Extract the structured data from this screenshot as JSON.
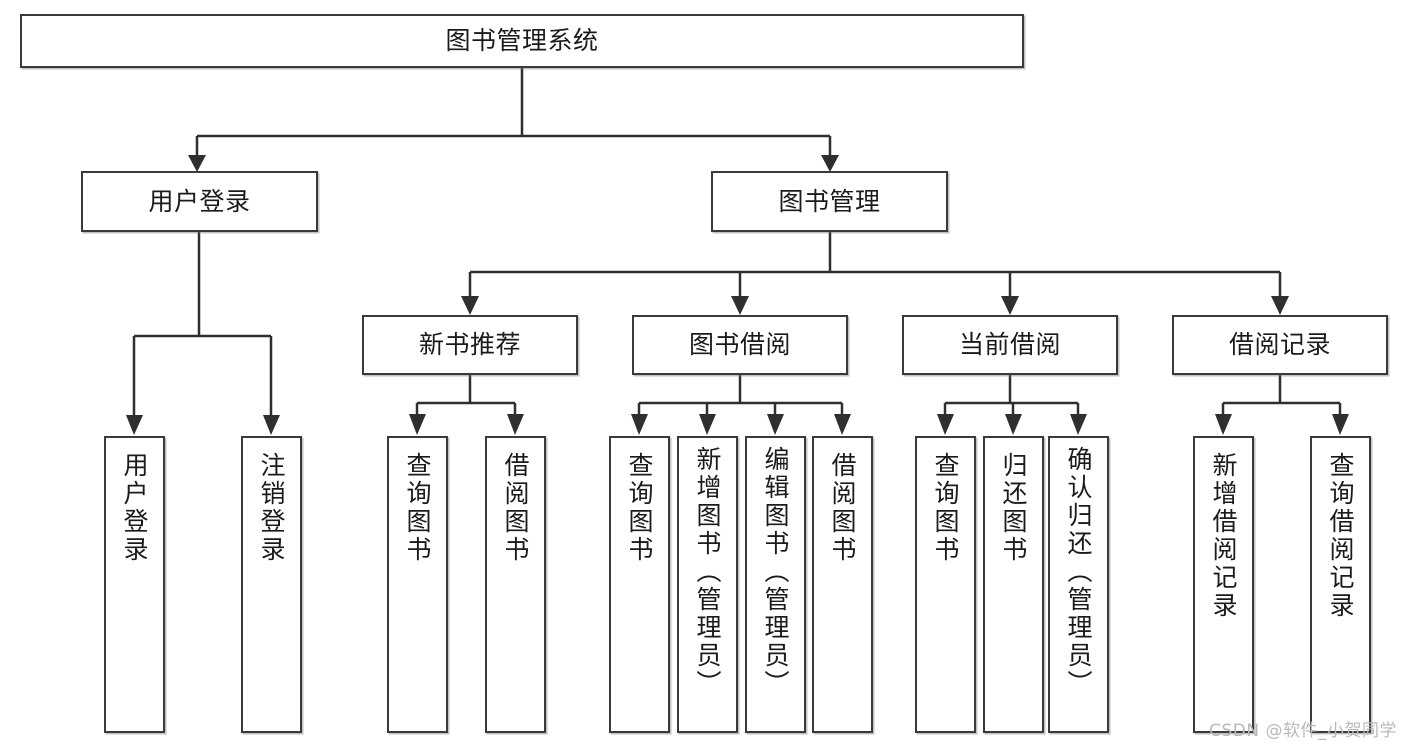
{
  "diagram": {
    "title": "图书管理系统",
    "type": "tree",
    "watermark": "CSDN @软件_小贺同学",
    "colors": {
      "box_border": "#3a3a3a",
      "connector": "#2f2f2f",
      "background": "#ffffff",
      "text": "#1b1b1b",
      "watermark": "#b9b9b9"
    },
    "nodes": {
      "root": {
        "label": "图书管理系统"
      },
      "level2": [
        {
          "label": "用户登录"
        },
        {
          "label": "图书管理"
        }
      ],
      "level3": [
        {
          "label": "新书推荐"
        },
        {
          "label": "图书借阅"
        },
        {
          "label": "当前借阅"
        },
        {
          "label": "借阅记录"
        }
      ],
      "leaves": {
        "user_login": [
          {
            "label": "用户登录"
          },
          {
            "label": "注销登录"
          }
        ],
        "new_book": [
          {
            "label": "查询图书"
          },
          {
            "label": "借阅图书"
          }
        ],
        "book_borrow": [
          {
            "label": "查询图书"
          },
          {
            "label": "新增图书（管理员）"
          },
          {
            "label": "编辑图书（管理员）"
          },
          {
            "label": "借阅图书"
          }
        ],
        "current_borrow": [
          {
            "label": "查询图书"
          },
          {
            "label": "归还图书"
          },
          {
            "label": "确认归还（管理员）"
          }
        ],
        "borrow_record": [
          {
            "label": "新增借阅记录"
          },
          {
            "label": "查询借阅记录"
          }
        ]
      }
    }
  }
}
